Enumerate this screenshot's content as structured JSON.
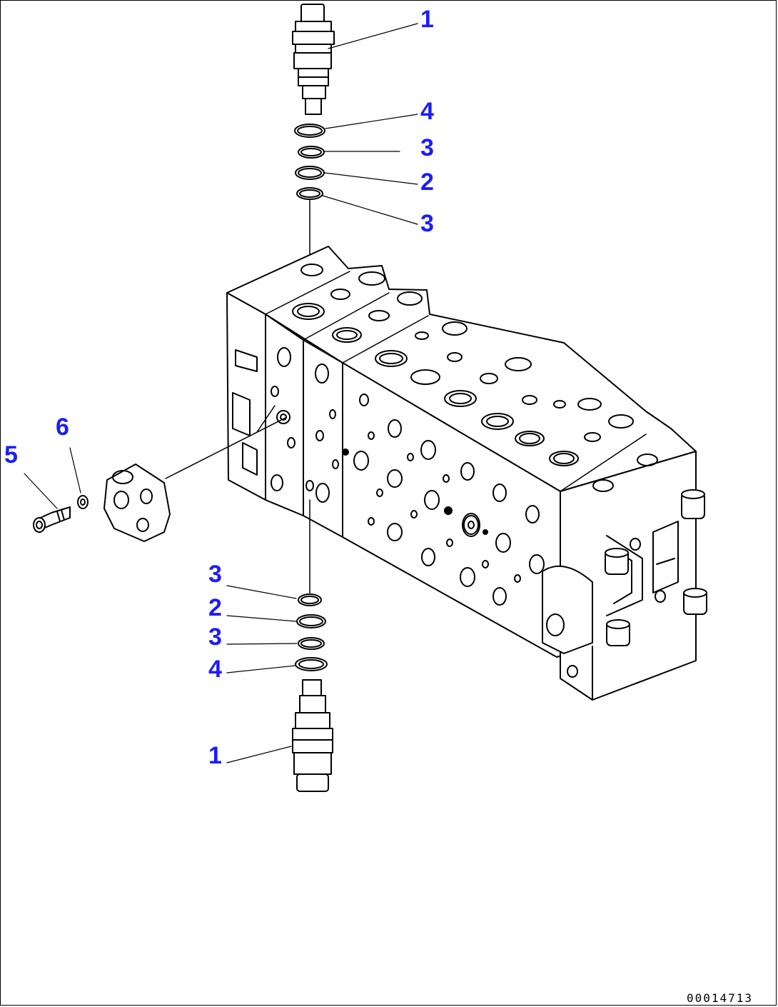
{
  "callouts": {
    "top_valve": "1",
    "top_backup_ring_outer": "4",
    "top_oring_upper": "3",
    "top_backup_ring": "2",
    "top_oring_lower": "3",
    "bolt": "5",
    "washer": "6",
    "bottom_oring_upper": "3",
    "bottom_backup_ring": "2",
    "bottom_oring_lower": "3",
    "bottom_backup_ring_outer": "4",
    "bottom_valve": "1"
  },
  "drawing_number": "00014713",
  "colors": {
    "callout": "#1c1cff",
    "line": "#000000"
  }
}
